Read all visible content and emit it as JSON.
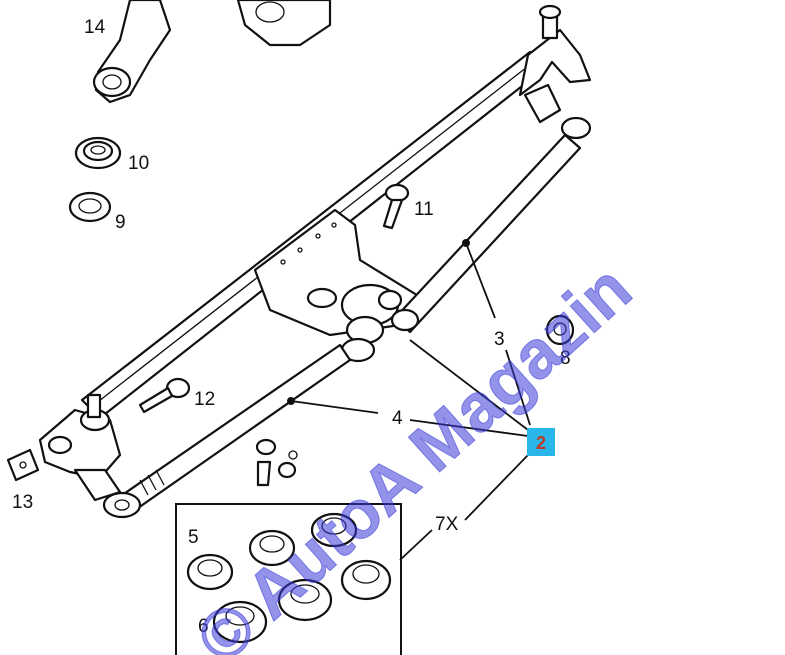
{
  "diagram": {
    "callouts": {
      "c2": "2",
      "c3": "3",
      "c4": "4",
      "c5": "5",
      "c6": "6",
      "c7x": "7X",
      "c8": "8",
      "c9": "9",
      "c10": "10",
      "c11": "11",
      "c12": "12",
      "c13": "13",
      "c14": "14"
    },
    "highlight_color": "#29b6e8",
    "watermark": {
      "text": "© AutoA Magazin",
      "colors": [
        "#3a3ad8",
        "#e23b3b",
        "#3a3ad8"
      ]
    }
  }
}
